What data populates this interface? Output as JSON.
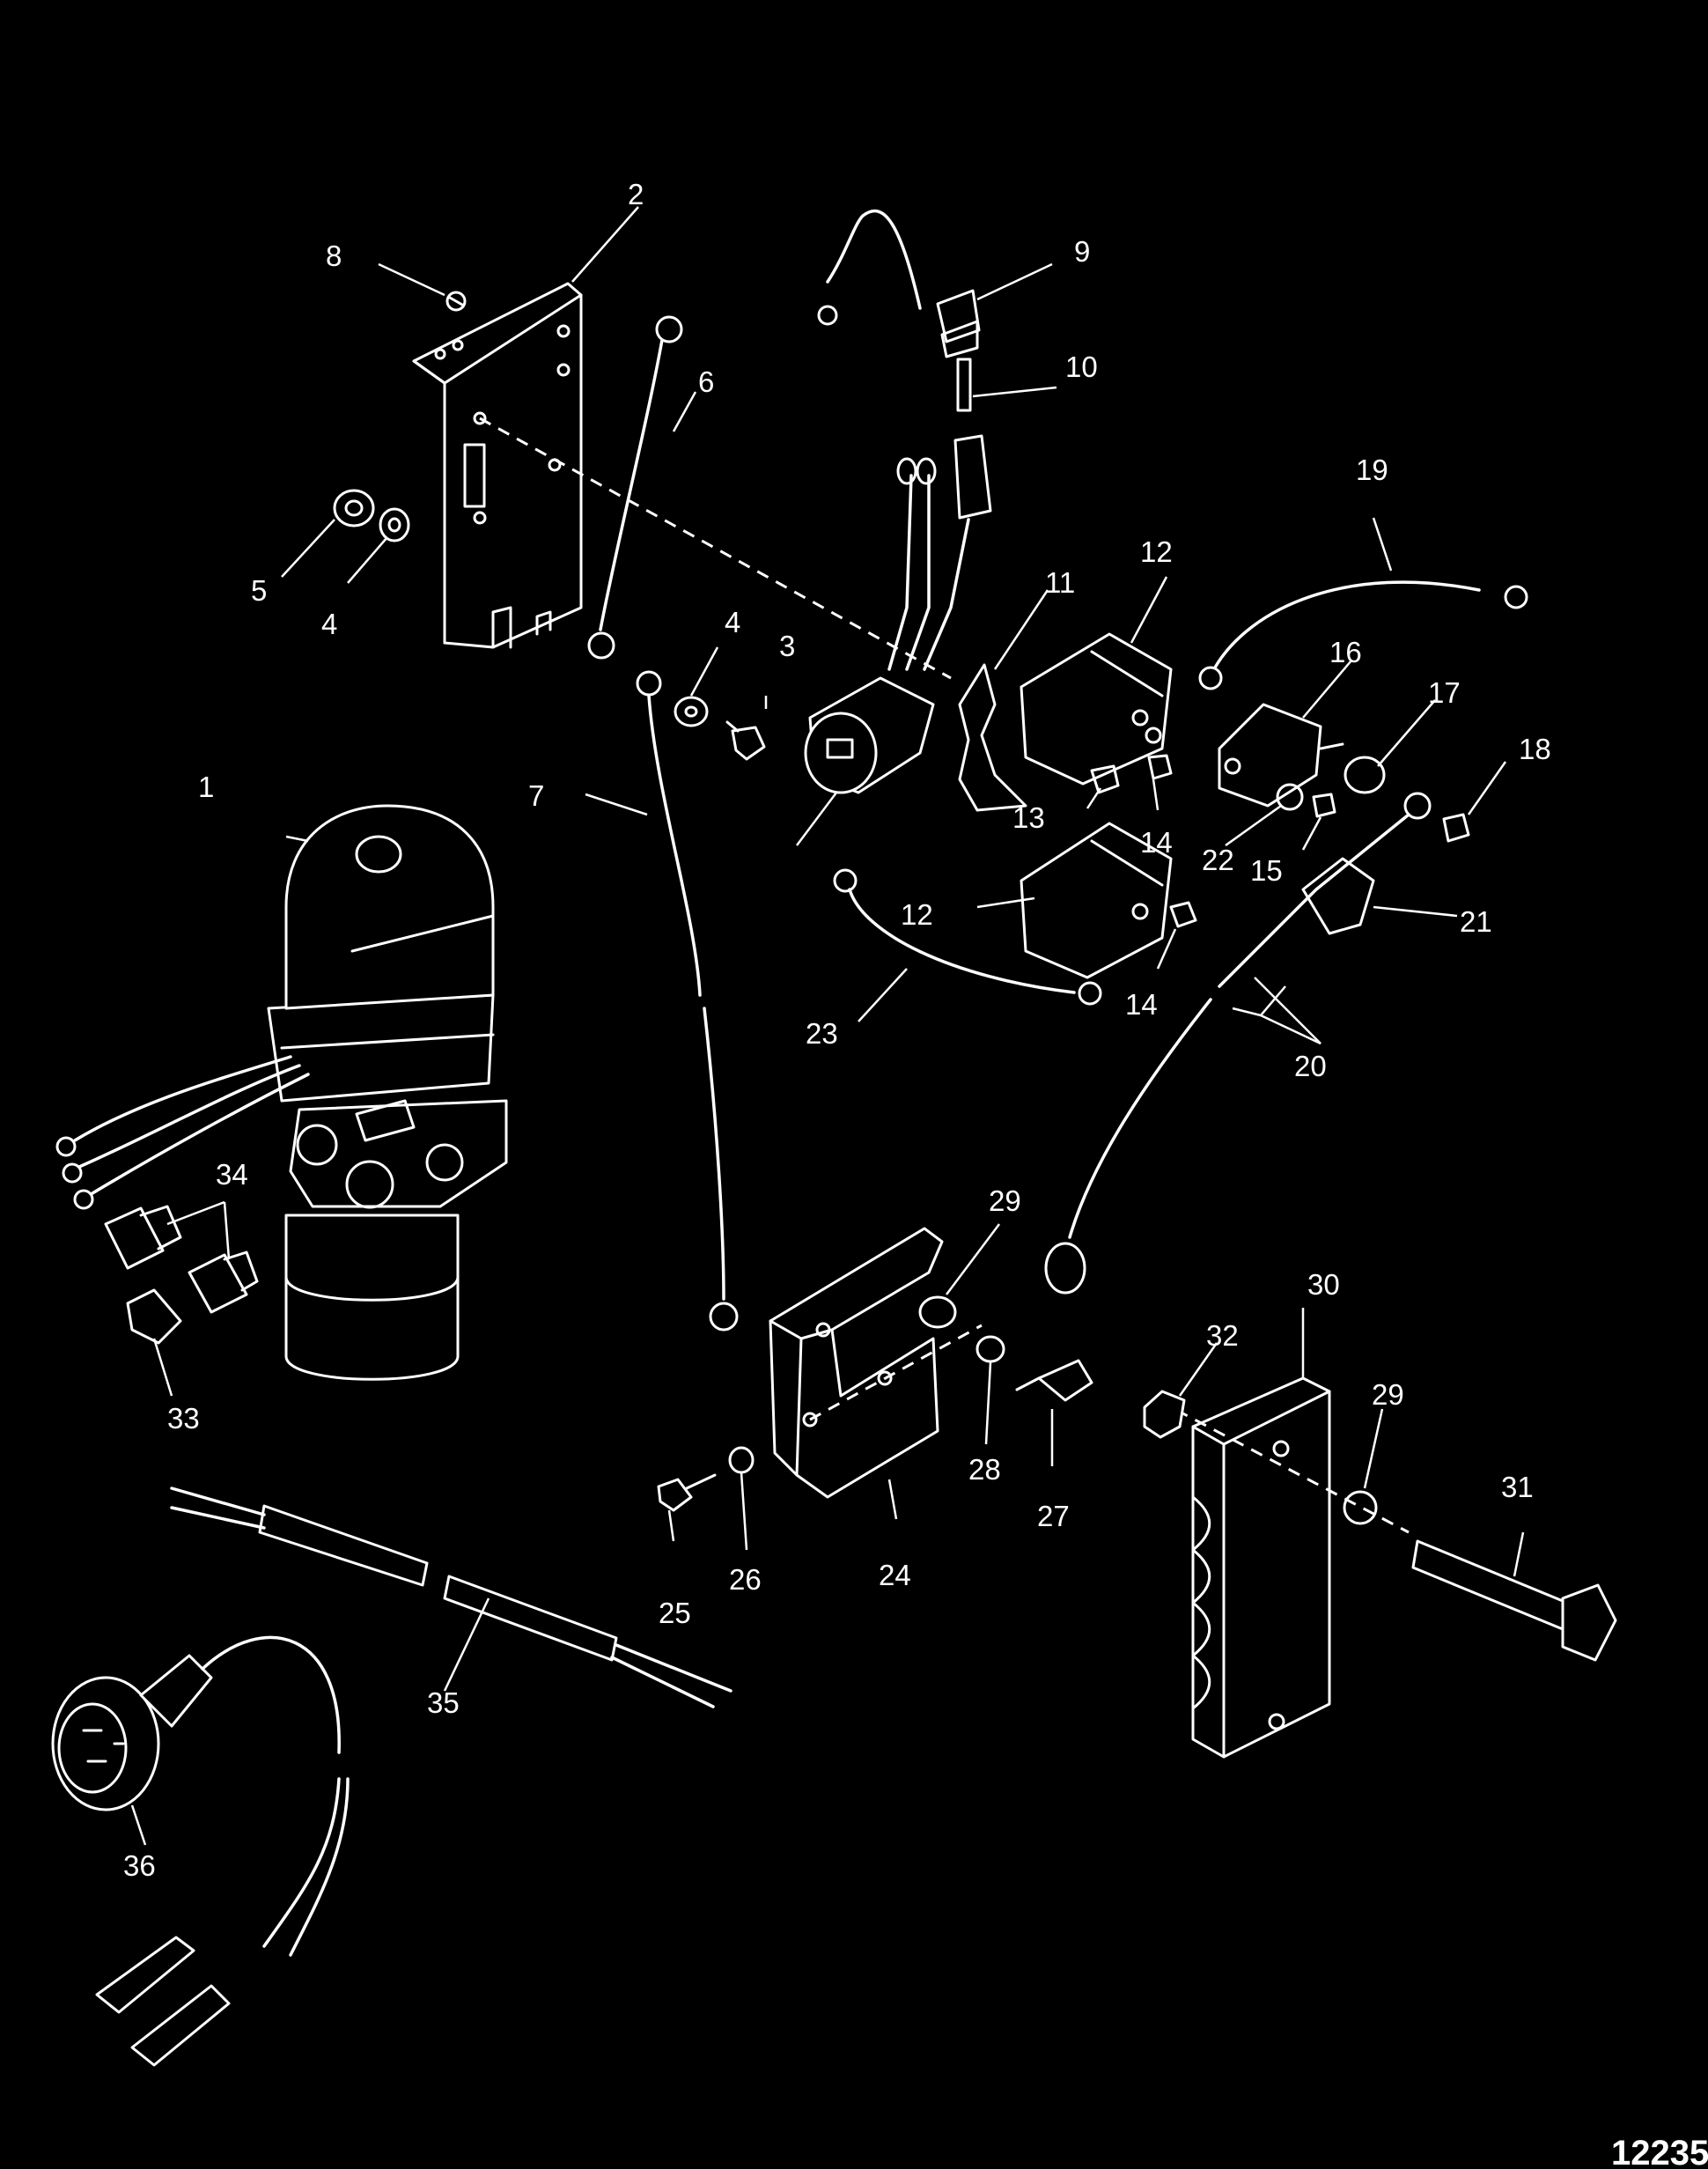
{
  "figure": {
    "number": "12235",
    "labels": [
      {
        "id": "p1",
        "text": "1"
      },
      {
        "id": "p2",
        "text": "2"
      },
      {
        "id": "p3",
        "text": "3"
      },
      {
        "id": "p4a",
        "text": "4"
      },
      {
        "id": "p4b",
        "text": "4"
      },
      {
        "id": "p5",
        "text": "5"
      },
      {
        "id": "p6",
        "text": "6"
      },
      {
        "id": "p7",
        "text": "7"
      },
      {
        "id": "p8",
        "text": "8"
      },
      {
        "id": "p9",
        "text": "9"
      },
      {
        "id": "p10",
        "text": "10"
      },
      {
        "id": "p11",
        "text": "11"
      },
      {
        "id": "p12a",
        "text": "12"
      },
      {
        "id": "p12b",
        "text": "12"
      },
      {
        "id": "p13",
        "text": "13"
      },
      {
        "id": "p14a",
        "text": "14"
      },
      {
        "id": "p14b",
        "text": "14"
      },
      {
        "id": "p15",
        "text": "15"
      },
      {
        "id": "p16",
        "text": "16"
      },
      {
        "id": "p17",
        "text": "17"
      },
      {
        "id": "p18",
        "text": "18"
      },
      {
        "id": "p19",
        "text": "19"
      },
      {
        "id": "p20",
        "text": "20"
      },
      {
        "id": "p21",
        "text": "21"
      },
      {
        "id": "p22",
        "text": "22"
      },
      {
        "id": "p23",
        "text": "23"
      },
      {
        "id": "p24",
        "text": "24"
      },
      {
        "id": "p25",
        "text": "25"
      },
      {
        "id": "p26",
        "text": "26"
      },
      {
        "id": "p27",
        "text": "27"
      },
      {
        "id": "p28",
        "text": "28"
      },
      {
        "id": "p29a",
        "text": "29"
      },
      {
        "id": "p29b",
        "text": "29"
      },
      {
        "id": "p30",
        "text": "30"
      },
      {
        "id": "p31",
        "text": "31"
      },
      {
        "id": "p32",
        "text": "32"
      },
      {
        "id": "p33",
        "text": "33"
      },
      {
        "id": "p34",
        "text": "34"
      },
      {
        "id": "p35",
        "text": "35"
      },
      {
        "id": "p36",
        "text": "36"
      }
    ]
  },
  "colors": {
    "background": "#000000",
    "line": "#ffffff"
  }
}
